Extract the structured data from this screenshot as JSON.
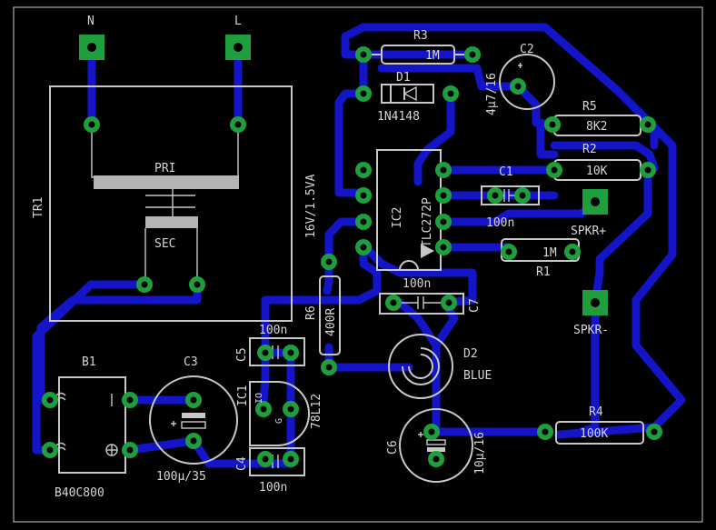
{
  "colors": {
    "background": "#000000",
    "trace": "#1414c8",
    "pad": "#1e9e3c",
    "silkscreen": "#c8c8c8"
  },
  "labels": {
    "n": "N",
    "l": "L",
    "tr1": "TR1",
    "pri": "PRI",
    "sec": "SEC",
    "tr_rating": "16V/1.5VA",
    "r3": "R3",
    "r3_val": "1M",
    "d1": "D1",
    "d1_val": "1N4148",
    "c2": "C2",
    "c2_val": "4µ7/16",
    "r5": "R5",
    "r5_val": "8K2",
    "r2": "R2",
    "r2_val": "10K",
    "c1": "C1",
    "c1_val": "100n",
    "ic2": "IC2",
    "ic2_val": "TLC272P",
    "spkr_plus": "SPKR+",
    "r1": "R1",
    "r1_val": "1M",
    "c7": "C7",
    "c7_val": "100n",
    "spkr_minus": "SPKR-",
    "r6": "R6",
    "r6_val": "400R",
    "d2": "D2",
    "d2_val": "BLUE",
    "c5": "C5",
    "c5_val": "100n",
    "b1": "B1",
    "b1_val": "B40C800",
    "c3": "C3",
    "c3_val": "100µ/35",
    "ic1": "IC1",
    "ic1_val": "78L12",
    "c4": "C4",
    "c4_val": "100n",
    "c6": "C6",
    "c6_val": "10µ/16",
    "r4": "R4",
    "r4_val": "100K",
    "ic1_pin_i": "I",
    "ic1_pin_o": "O",
    "ic1_pin_g": "G"
  }
}
